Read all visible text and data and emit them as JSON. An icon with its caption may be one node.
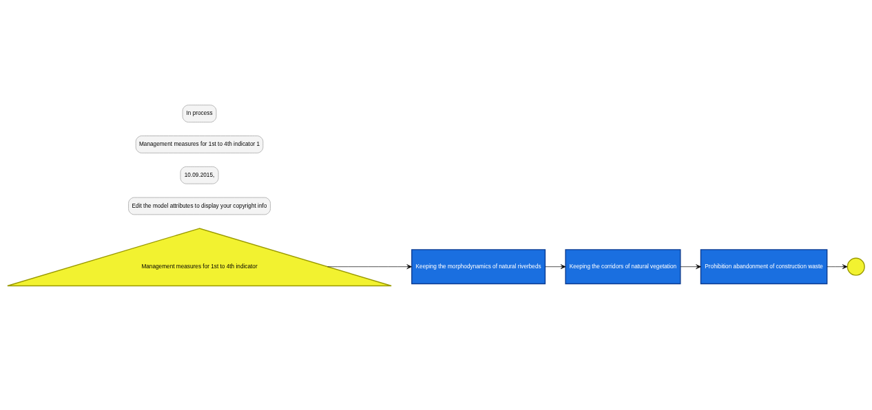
{
  "diagram": {
    "nodes": [
      {
        "text": [
          "Management measures for 1st to 4th indicator"
        ]
      },
      {
        "text": [
          "Keeping the morphodynamics of natural riverbeds"
        ]
      },
      {
        "text": [
          "Keeping the corridors of natural vegetation"
        ]
      },
      {
        "text": [
          "Prohibition abandonment of construction waste"
        ]
      },
      {
        "text": [],
        "shape": "circle"
      }
    ],
    "edges": [
      {
        "from": 0,
        "to": 1,
        "arrow": "to"
      },
      {
        "from": 1,
        "to": 2,
        "arrow": "to"
      },
      {
        "from": 2,
        "to": 3,
        "arrow": "to"
      },
      {
        "from": 3,
        "to": 4,
        "arrow": "to"
      }
    ],
    "labels": [
      "In process",
      "Management measures for 1st to 4th indicator 1",
      "10.09.2015,",
      "Edit the model attributes to display your copyright info"
    ]
  }
}
